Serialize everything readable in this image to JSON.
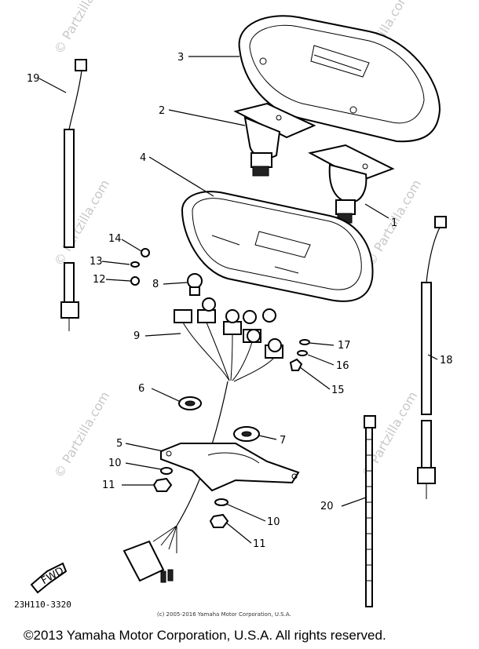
{
  "watermark": "© Partzilla.com",
  "diagram_code": "23H110-3320",
  "copyright_small": "(c) 2005-2016 Yamaha Motor Corporation, U.S.A.",
  "copyright": "©2013 Yamaha Motor Corporation, U.S.A. All rights reserved.",
  "fwd_label": "FWD",
  "callouts": {
    "p1": "1",
    "p2": "2",
    "p3": "3",
    "p4": "4",
    "p5": "5",
    "p6": "6",
    "p7": "7",
    "p8": "8",
    "p9": "9",
    "p10a": "10",
    "p10b": "10",
    "p11a": "11",
    "p11b": "11",
    "p12": "12",
    "p13": "13",
    "p14": "14",
    "p15": "15",
    "p16": "16",
    "p17": "17",
    "p18": "18",
    "p19": "19",
    "p20": "20"
  }
}
